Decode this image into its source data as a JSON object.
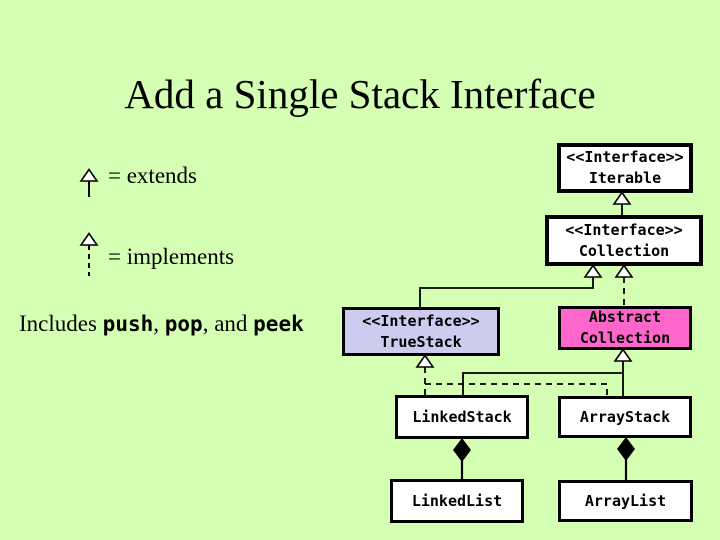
{
  "slide": {
    "title": "Add a Single Stack Interface"
  },
  "legend": {
    "extends_label": "= extends",
    "implements_label": "= implements"
  },
  "note": {
    "prefix": "Includes ",
    "op1": "push",
    "sep1": ", ",
    "op2": "pop",
    "sep2": ", and ",
    "op3": "peek"
  },
  "boxes": {
    "iterable": {
      "stereotype": "<<Interface>>",
      "name": "Iterable"
    },
    "collection": {
      "stereotype": "<<Interface>>",
      "name": "Collection"
    },
    "truestack": {
      "stereotype": "<<Interface>>",
      "name": "TrueStack"
    },
    "abstract_collection": {
      "line1": "Abstract",
      "line2": "Collection"
    },
    "linked_stack": {
      "name": "LinkedStack"
    },
    "array_stack": {
      "name": "ArrayStack"
    },
    "linked_list": {
      "name": "LinkedList"
    },
    "array_list": {
      "name": "ArrayList"
    }
  },
  "edges": [
    {
      "from": "Collection",
      "to": "Iterable",
      "type": "extends"
    },
    {
      "from": "TrueStack",
      "to": "Collection",
      "type": "extends"
    },
    {
      "from": "AbstractCollection",
      "to": "Collection",
      "type": "implements"
    },
    {
      "from": "LinkedStack",
      "to": "TrueStack",
      "type": "implements"
    },
    {
      "from": "ArrayStack",
      "to": "TrueStack",
      "type": "implements"
    },
    {
      "from": "LinkedStack",
      "to": "AbstractCollection",
      "type": "extends"
    },
    {
      "from": "ArrayStack",
      "to": "AbstractCollection",
      "type": "extends"
    },
    {
      "from": "LinkedStack",
      "to": "LinkedList",
      "type": "composition"
    },
    {
      "from": "ArrayStack",
      "to": "ArrayList",
      "type": "composition"
    }
  ],
  "colors": {
    "background": "#d5ffb3",
    "box_default": "#ffffff",
    "truestack_fill": "#ccccee",
    "abstract_fill": "#ff66cc",
    "line": "#000000"
  }
}
